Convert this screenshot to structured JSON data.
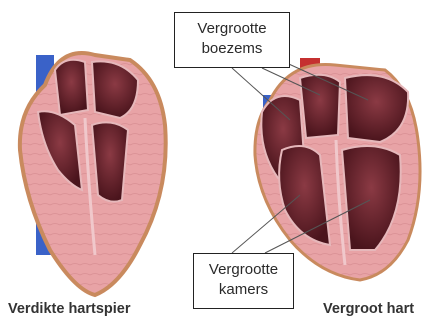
{
  "callouts": {
    "atria": {
      "line1": "Vergrootte",
      "line2": "boezems"
    },
    "ventricles": {
      "line1": "Vergrootte",
      "line2": "kamers"
    }
  },
  "captions": {
    "left": "Verdikte hartspier",
    "right": "Vergroot hart"
  },
  "colors": {
    "muscle": "#e8a3a6",
    "muscle_edge": "#c98a5e",
    "cavity": "#5a1f27",
    "vein": "#3a62c8",
    "artery": "#c53030"
  }
}
